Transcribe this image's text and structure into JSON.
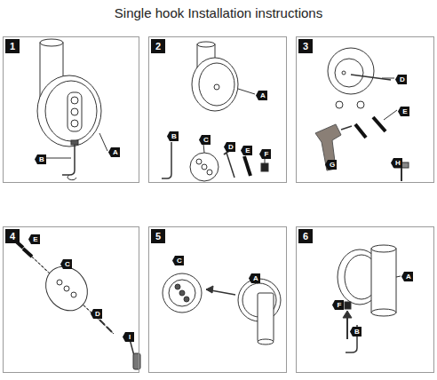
{
  "diagram": {
    "title": "Single hook Installation instructions",
    "nodes": [
      {
        "text": [
          "1"
        ]
      },
      {
        "text": [
          "A"
        ],
        "in": 0
      },
      {
        "text": [
          "B"
        ],
        "in": 0
      },
      {
        "text": [
          "2"
        ]
      },
      {
        "text": [
          "A"
        ],
        "in": 3
      },
      {
        "text": [
          "B"
        ],
        "in": 3
      },
      {
        "text": [
          "C"
        ],
        "in": 3
      },
      {
        "text": [
          "D"
        ],
        "in": 3
      },
      {
        "text": [
          "E"
        ],
        "in": 3
      },
      {
        "text": [
          "F"
        ],
        "in": 3
      },
      {
        "text": [
          "3"
        ]
      },
      {
        "text": [
          "D"
        ],
        "in": 10
      },
      {
        "text": [
          "E"
        ],
        "in": 10
      },
      {
        "text": [
          "G"
        ],
        "in": 10
      },
      {
        "text": [
          "H"
        ],
        "in": 10
      },
      {
        "text": [
          "4"
        ]
      },
      {
        "text": [
          "E"
        ],
        "in": 15
      },
      {
        "text": [
          "C"
        ],
        "in": 15
      },
      {
        "text": [
          "D"
        ],
        "in": 15
      },
      {
        "text": [
          "I"
        ],
        "in": 15
      },
      {
        "text": [
          "5"
        ]
      },
      {
        "text": [
          "C"
        ],
        "in": 20
      },
      {
        "text": [
          "A"
        ],
        "in": 20
      },
      {
        "text": [
          "6"
        ]
      },
      {
        "text": [
          "A"
        ],
        "in": 23
      },
      {
        "text": [
          "F"
        ],
        "in": 23
      },
      {
        "text": [
          "B"
        ],
        "in": 23
      }
    ]
  }
}
